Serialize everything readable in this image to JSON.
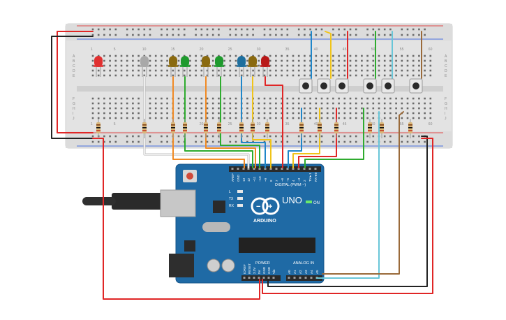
{
  "breadboard": {
    "column_labels": [
      "1",
      "5",
      "10",
      "15",
      "20",
      "25",
      "30",
      "35",
      "40",
      "45",
      "50",
      "55",
      "60"
    ],
    "row_labels_top": [
      "A",
      "B",
      "C",
      "D",
      "E"
    ],
    "row_labels_bottom": [
      "F",
      "G",
      "H",
      "I",
      "J"
    ],
    "led_colors": [
      "#e03030",
      "#a8a8a8",
      "#8a6a10",
      "#1f9a2e",
      "#8a6a10",
      "#1f9a2e",
      "#1e6f9e",
      "#8a6a10",
      "#b81818"
    ],
    "wire_colors": {
      "red": "#e02626",
      "black": "#222222",
      "orange": "#f08a24",
      "green": "#2eab2e",
      "blue": "#1f86c9",
      "yellow": "#f0c419",
      "white": "#f4f4f4",
      "cyan": "#68c6d8",
      "brown": "#9a6a3a",
      "dark_red": "#c0171c"
    }
  },
  "arduino": {
    "board_color": "#1f6aa5",
    "brand": "ARDUINO",
    "model": "UNO",
    "on_label": "ON",
    "digital_label": "DIGITAL (PWM ~)",
    "power_label": "POWER",
    "analog_label": "ANALOG IN",
    "led_labels": [
      "L",
      "TX",
      "RX"
    ],
    "digital_pins": [
      "AREF",
      "GND",
      "13",
      "12",
      "~11",
      "~10",
      "~9",
      "8",
      "7",
      "~6",
      "~5",
      "4",
      "~3",
      "2",
      "TX►1",
      "RX◄0"
    ],
    "power_pins": [
      "IOREF",
      "RESET",
      "3.3V",
      "5V",
      "GND",
      "GND",
      "Vin"
    ],
    "analog_pins": [
      "A0",
      "A1",
      "A2",
      "A3",
      "A4",
      "A5"
    ]
  }
}
